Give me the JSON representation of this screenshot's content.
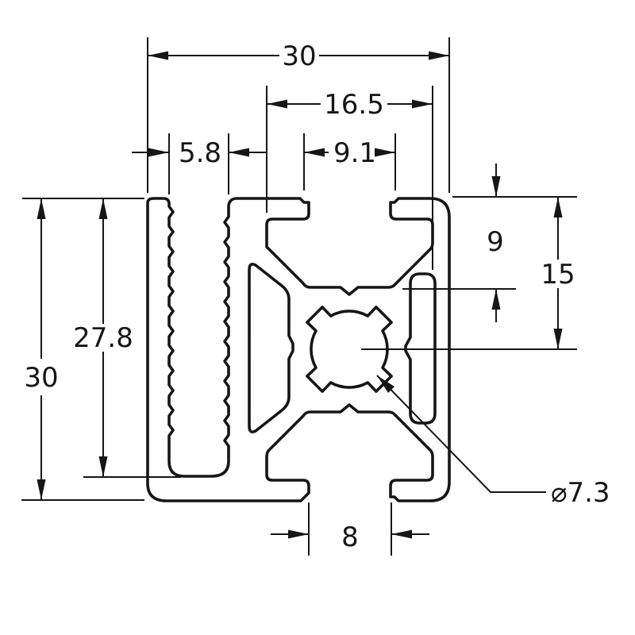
{
  "drawing": {
    "type": "technical-cross-section",
    "units": "mm",
    "background_color": "#ffffff",
    "line_color": "#161616",
    "dimensions": {
      "overall_width": {
        "label": "30",
        "value": 30,
        "edge": "top"
      },
      "slot_cavity_width": {
        "label": "16.5",
        "value": 16.5,
        "edge": "top"
      },
      "top_slot_opening": {
        "label": "9.1",
        "value": 9.1,
        "edge": "top"
      },
      "grip_channel_width": {
        "label": "5.8",
        "value": 5.8,
        "edge": "top"
      },
      "face_to_slot_floor": {
        "label": "9",
        "value": 9,
        "edge": "right"
      },
      "face_to_center": {
        "label": "15",
        "value": 15,
        "edge": "right"
      },
      "grip_channel_depth": {
        "label": "27.8",
        "value": 27.8,
        "edge": "left"
      },
      "overall_height": {
        "label": "30",
        "value": 30,
        "edge": "left"
      },
      "bottom_slot_opening": {
        "label": "8",
        "value": 8,
        "edge": "bottom"
      },
      "center_bore_diameter": {
        "label": "⌀7.3",
        "value": 7.3,
        "edge": "leader"
      }
    }
  }
}
